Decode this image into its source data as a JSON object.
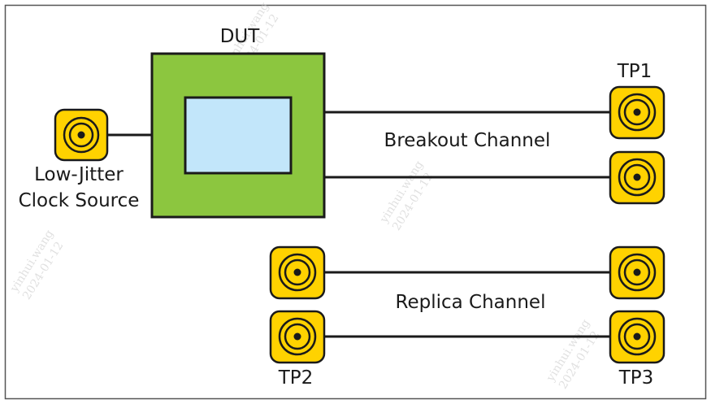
{
  "labels": {
    "dut": "DUT",
    "clock_source_line1": "Low-Jitter",
    "clock_source_line2": "Clock Source",
    "tp1": "TP1",
    "tp2": "TP2",
    "tp3": "TP3",
    "breakout_channel": "Breakout Channel",
    "replica_channel": "Replica Channel"
  },
  "watermark": {
    "line1": "yinhui.wang",
    "line2": "2024-01-12"
  },
  "colors": {
    "dut_outer": "#8cc63f",
    "dut_inner": "#c2e6fa",
    "connector": "#ffd200",
    "outline": "#1a1a1a",
    "frame": "#555555"
  }
}
